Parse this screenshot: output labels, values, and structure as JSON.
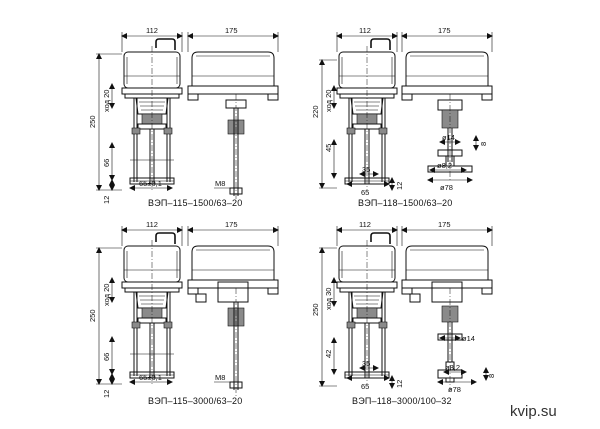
{
  "brand": "kvip.su",
  "drawings": [
    {
      "caption": "ВЭП–115–1500/63–20",
      "dims": {
        "front_width": "112",
        "side_width": "175",
        "height": "250",
        "stroke": "ход 20",
        "d66": "66",
        "d12": "12",
        "spacing": "65±0,1",
        "thread": "M8"
      }
    },
    {
      "caption": "ВЭП–118–1500/63–20",
      "dims": {
        "front_width": "112",
        "side_width": "175",
        "height": "220",
        "stroke": "ход 20",
        "d45": "45",
        "d35": "35",
        "d65": "65",
        "d12": "12",
        "phi14": "ø14",
        "phi82": "ø8,2",
        "phi78": "ø78",
        "d8": "8"
      }
    },
    {
      "caption": "ВЭП–115–3000/63–20",
      "dims": {
        "front_width": "112",
        "side_width": "175",
        "height": "250",
        "stroke": "ход 20",
        "d66": "66",
        "d12": "12",
        "spacing": "65±0,1",
        "thread": "M8"
      }
    },
    {
      "caption": "ВЭП–118–3000/100–32",
      "dims": {
        "front_width": "112",
        "side_width": "175",
        "height": "250",
        "stroke": "ход 30",
        "d42": "42",
        "d35": "35",
        "d65": "65",
        "d12": "12",
        "phi14": "ø14",
        "phi82": "ø8,2",
        "phi78": "ø78",
        "d8": "8"
      }
    }
  ]
}
